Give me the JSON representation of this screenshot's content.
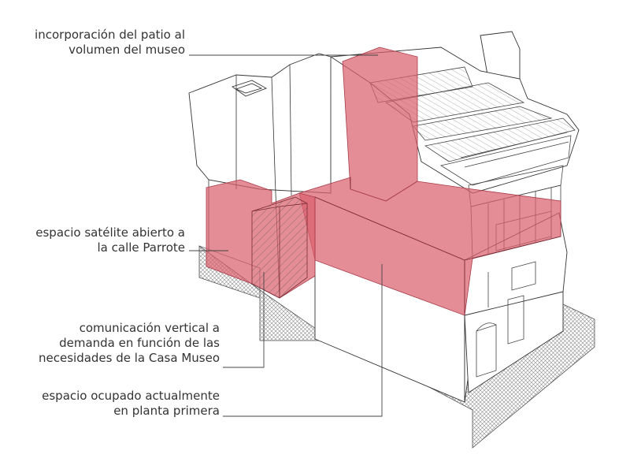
{
  "annotations": {
    "patio": {
      "line1": "incorporación del patio al",
      "line2": "volumen del museo"
    },
    "satelite": {
      "line1": "espacio satélite abierto a",
      "line2": "la calle Parrote"
    },
    "vertical": {
      "line1": "comunicación vertical a",
      "line2": "demanda en función de las",
      "line3": "necesidades de la Casa Museo"
    },
    "ocupado": {
      "line1": "espacio ocupado actualmente",
      "line2": "en planta primera"
    }
  },
  "colors": {
    "highlight": "#d9616e",
    "line": "#333333",
    "hatch_ground": "#888888"
  }
}
